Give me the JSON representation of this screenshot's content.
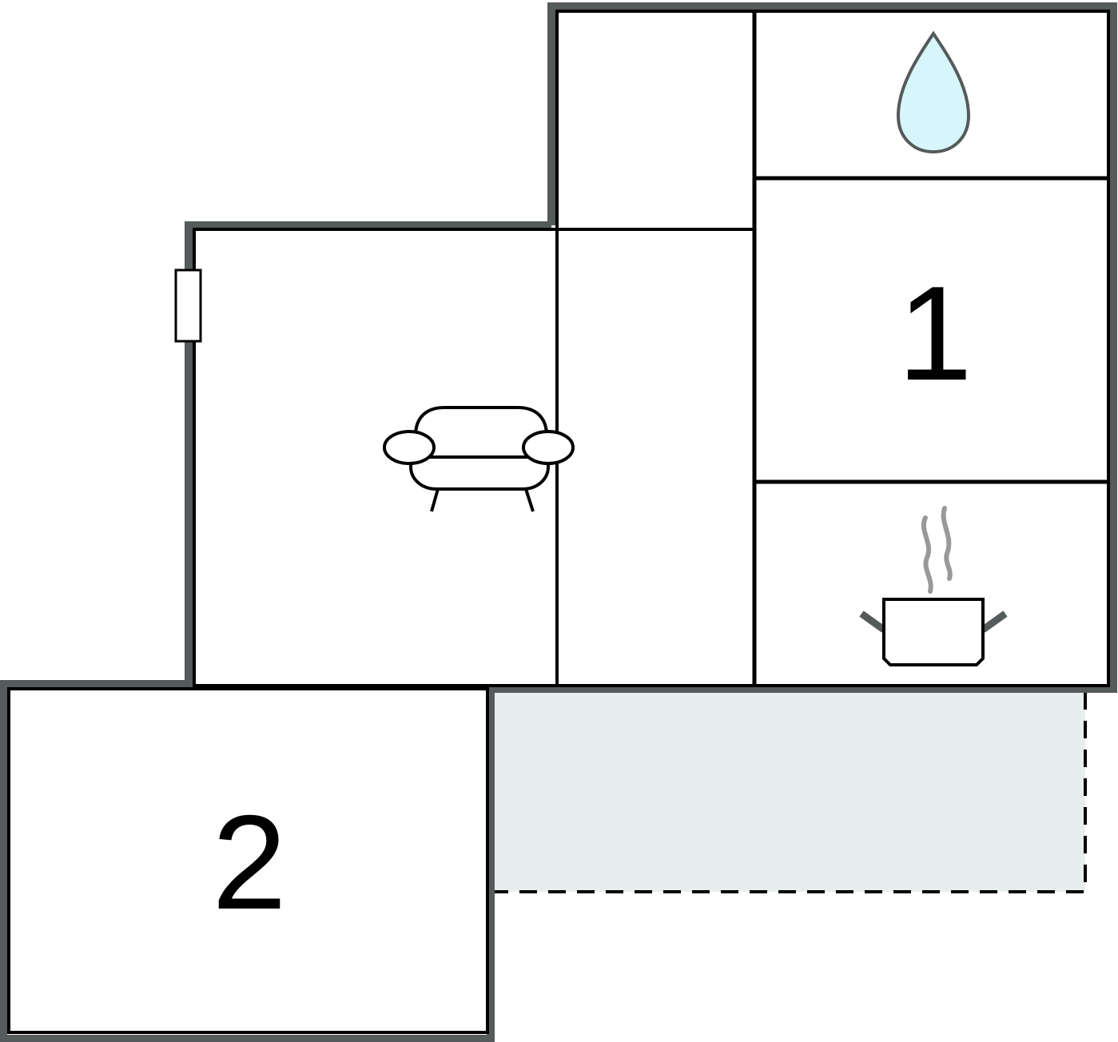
{
  "floorplan": {
    "rooms": [
      {
        "id": "storage",
        "label": ""
      },
      {
        "id": "bathroom",
        "label": "",
        "icon": "water-drop-icon"
      },
      {
        "id": "bedroom-1",
        "label": "1"
      },
      {
        "id": "kitchen",
        "label": "",
        "icon": "cooking-pot-icon"
      },
      {
        "id": "living-room",
        "label": "",
        "icon": "sofa-icon"
      },
      {
        "id": "bedroom-2",
        "label": "2"
      },
      {
        "id": "terrace",
        "label": ""
      }
    ],
    "icons": [
      "water-drop-icon",
      "cooking-pot-icon",
      "sofa-icon",
      "door-icon"
    ],
    "colors": {
      "outer_wall": "#555a5a",
      "inner_wall": "#000000",
      "terrace_fill": "#e7efee",
      "water_fill": "#d6f6fb",
      "steam": "#999999"
    }
  }
}
